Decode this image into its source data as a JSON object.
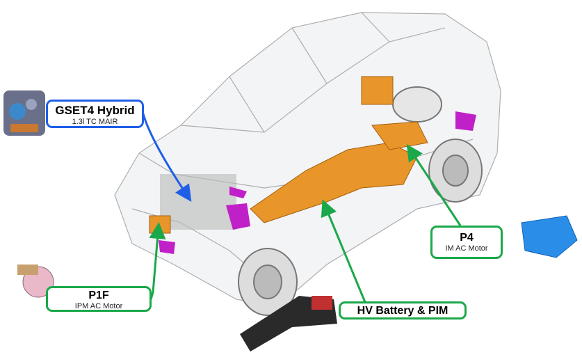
{
  "callouts": {
    "engine": {
      "title": "GSET4 Hybrid",
      "subtitle": "1.3l TC MAIR"
    },
    "p4": {
      "title": "P4",
      "subtitle": "IM AC Motor"
    },
    "p1f": {
      "title": "P1F",
      "subtitle": "IPM AC Motor"
    },
    "battery": {
      "title": "HV Battery & PIM"
    }
  },
  "colors": {
    "engine_callout": "#1f5fe8",
    "component_callout": "#1aa84a",
    "battery_component": "#e8962a",
    "mount_component": "#c020c8",
    "rear_motor": "#2a8ee8"
  }
}
